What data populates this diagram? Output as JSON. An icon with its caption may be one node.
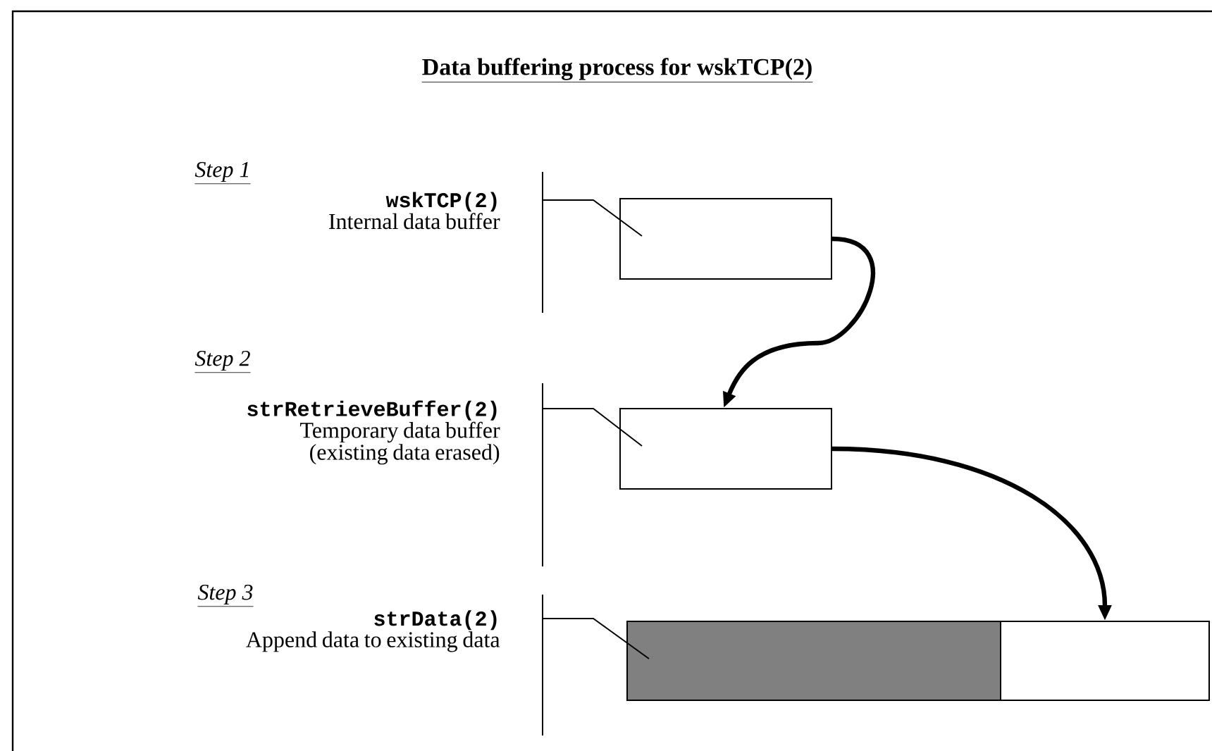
{
  "diagram": {
    "title": "Data buffering process for wskTCP(2)",
    "nodes": [
      {
        "text": [
          "Step 1",
          "wskTCP(2)",
          "Internal data buffer"
        ]
      },
      {
        "text": [],
        "shape": "box"
      },
      {
        "text": [
          "Step 2",
          "strRetrieveBuffer(2)",
          "Temporary data buffer (existing data erased)"
        ]
      },
      {
        "text": [],
        "shape": "box"
      },
      {
        "text": [
          "Step 3",
          "strData(2)",
          "Append data to existing data"
        ]
      },
      {
        "text": [],
        "shape": "box"
      },
      {
        "text": [],
        "shape": "box"
      }
    ],
    "edges": [
      {
        "from": 0,
        "to": 1,
        "arrow": "none"
      },
      {
        "from": 1,
        "to": 3,
        "arrow": "to",
        "style": "thick"
      },
      {
        "from": 2,
        "to": 3,
        "arrow": "none"
      },
      {
        "from": 3,
        "to": 6,
        "arrow": "to",
        "style": "thick"
      },
      {
        "from": 4,
        "to": 5,
        "arrow": "none"
      }
    ]
  }
}
